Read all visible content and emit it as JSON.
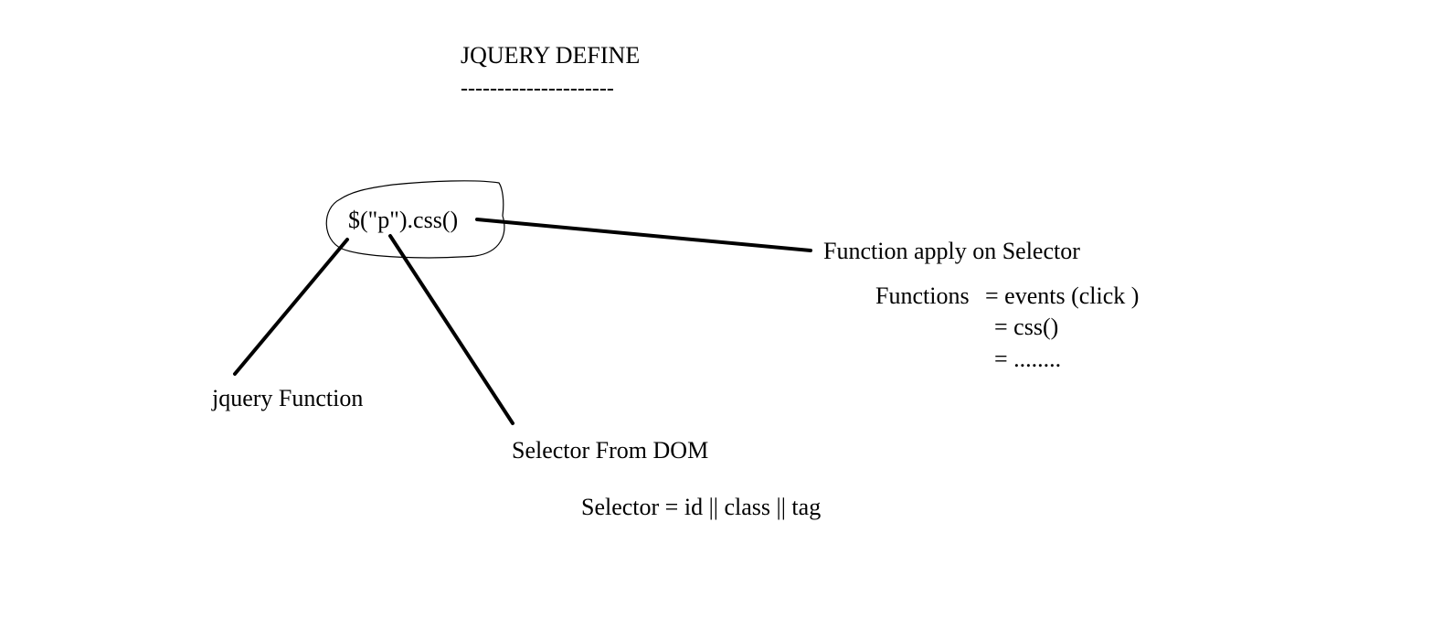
{
  "diagram": {
    "title": "JQUERY DEFINE",
    "title_underline": "---------------------",
    "expression": "$(\"p\").css()",
    "labels": {
      "function_apply": "Function apply on Selector",
      "jquery_function": "jquery Function",
      "selector_from_dom": "Selector From DOM",
      "selector_definition": "Selector = id || class || tag"
    },
    "functions": {
      "label": "Functions",
      "items": [
        "= events (click )",
        "= css()",
        "= ........"
      ]
    },
    "colors": {
      "ink": "#000000",
      "background": "#ffffff"
    }
  }
}
